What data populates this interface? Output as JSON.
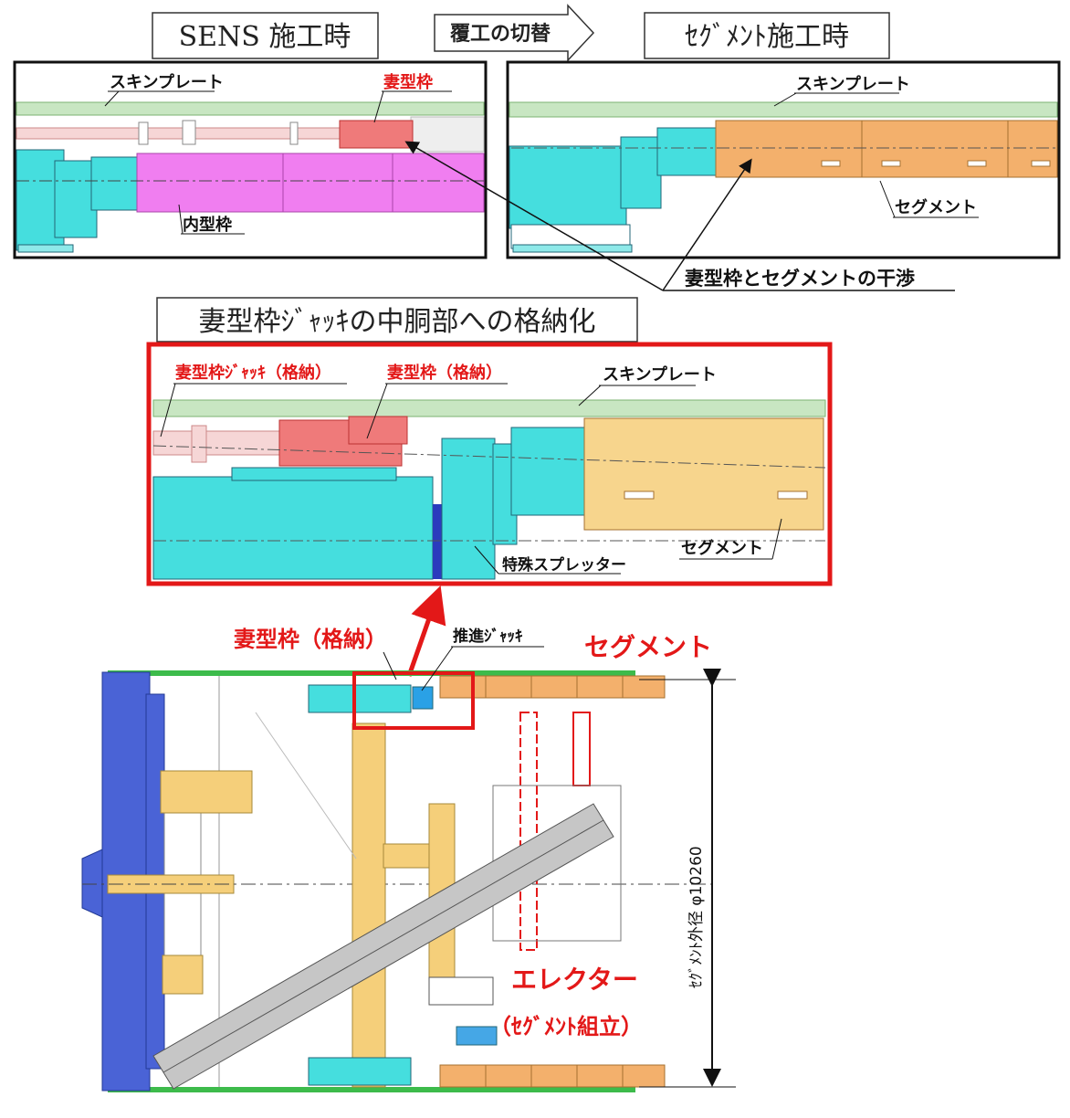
{
  "titles": {
    "sens": "SENS 施工時",
    "switch": "覆工の切替",
    "segment": "ｾｸﾞﾒﾝﾄ施工時",
    "storage": "妻型枠ｼﾞｬｯｷの中胴部への格納化"
  },
  "panel_sens": {
    "skin_plate": "スキンプレート",
    "end_form": "妻型枠",
    "inner_form": "内型枠"
  },
  "panel_segment": {
    "skin_plate": "スキンプレート",
    "segment": "セグメント"
  },
  "interference": "妻型枠とセグメントの干渉",
  "panel_storage": {
    "jack_stored": "妻型枠ｼﾞｬｯｷ（格納）",
    "form_stored": "妻型枠（格納）",
    "skin_plate": "スキンプレート",
    "segment": "セグメント",
    "spreader": "特殊スプレッター"
  },
  "section": {
    "form_stored": "妻型枠（格納）",
    "thrust_jack": "推進ｼﾞｬｯｷ",
    "segment": "セグメント",
    "erector": "エレクター",
    "erector_sub": "（ｾｸﾞﾒﾝﾄ組立）",
    "diameter": "ｾｸﾞﾒﾝﾄ外径 φ10260"
  },
  "colors": {
    "red": "#e31818",
    "skin_green": "#c8e6c2",
    "cyan": "#45dede",
    "magenta": "#f07ef0",
    "salmon": "#ef7a7a",
    "segment_orange": "#f3b06c",
    "segment_yellow": "#f7d58d",
    "frame_blue": "#4a63d6",
    "beige": "#f5cf7a",
    "gray": "#bdbdbd"
  }
}
